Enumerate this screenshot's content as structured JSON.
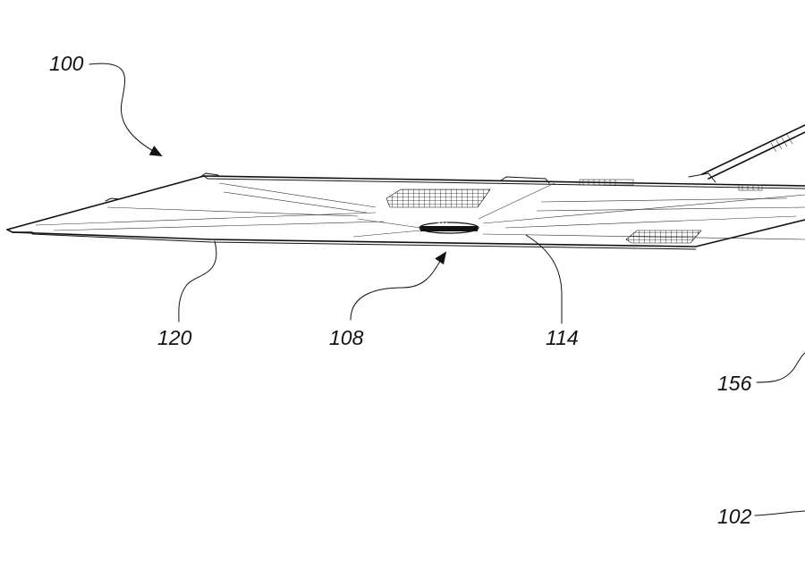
{
  "figure": {
    "labels": {
      "assembly": "100",
      "bottom_panel": "102",
      "center_hub": "108",
      "right_wing_region": "114",
      "left_wing_edge": "120",
      "rod": "156"
    }
  }
}
